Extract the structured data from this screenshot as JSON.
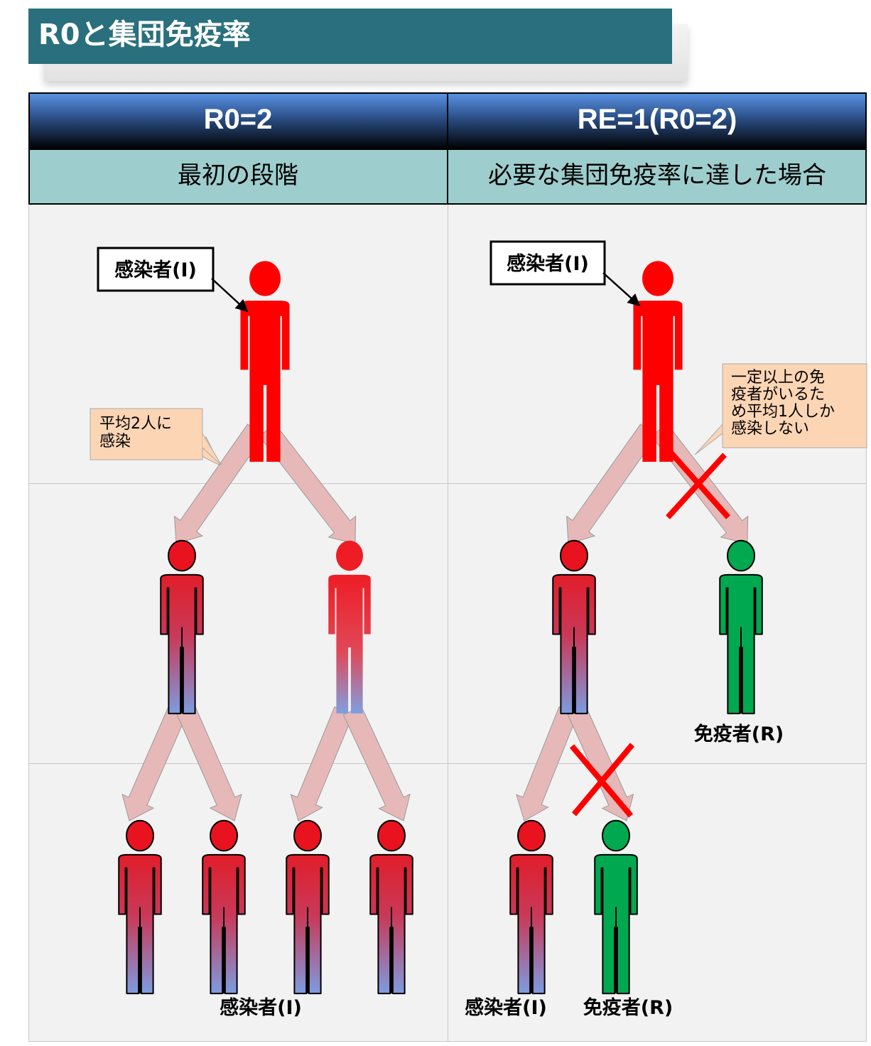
{
  "title": "R0と集団免疫率",
  "columns": [
    {
      "header": "R0=2",
      "subheader": "最初の段階"
    },
    {
      "header": "RE=1(R0=2)",
      "subheader": "必要な集団免疫率に達した場合"
    }
  ],
  "labels": {
    "infected_box": "感染者(I)",
    "immune": "免疫者(R)",
    "infected": "感染者(I)",
    "left_callout": [
      "平均2人に",
      "感染"
    ],
    "right_callout": [
      "一定以上の免",
      "疫者がいるた",
      "め平均1人しか",
      "感染しない"
    ]
  },
  "colors": {
    "title_bar": "#2a6f7d",
    "infected": "#ff0000",
    "immune": "#00a84f",
    "arrow": "#e6b9b8",
    "callout_bg": "#fcd5b5",
    "cross": "#ff0000"
  }
}
